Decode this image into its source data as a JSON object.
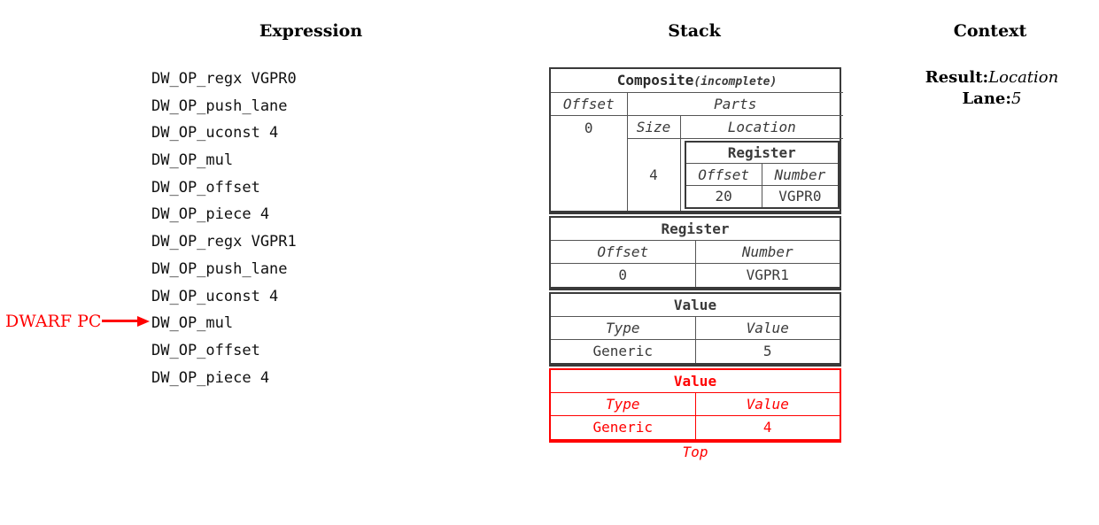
{
  "headings": {
    "expression": "Expression",
    "stack": "Stack",
    "context": "Context"
  },
  "expression": {
    "lines": [
      "DW_OP_regx VGPR0",
      "DW_OP_push_lane",
      "DW_OP_uconst 4",
      "DW_OP_mul",
      "DW_OP_offset",
      "DW_OP_piece 4",
      "DW_OP_regx VGPR1",
      "DW_OP_push_lane",
      "DW_OP_uconst 4",
      "DW_OP_mul",
      "DW_OP_offset",
      "DW_OP_piece 4"
    ],
    "pc_marker": {
      "label": "DWARF PC",
      "points_at_line_index": 9,
      "points_at_line": "DW_OP_mul",
      "color": "#ff0000"
    }
  },
  "stack": {
    "top_label": "Top",
    "highlight_color": "#ff0000",
    "border_color": "#3a3a3a",
    "entries": [
      {
        "kind": "composite",
        "title": "Composite",
        "title_suffix": "(incomplete)",
        "highlighted": false,
        "offset_header": "Offset",
        "offset_value": "0",
        "parts_header": "Parts",
        "size_header": "Size",
        "location_header": "Location",
        "parts": [
          {
            "size": "4",
            "location": {
              "title": "Register",
              "offset_header": "Offset",
              "number_header": "Number",
              "offset_value": "20",
              "number_value": "VGPR0"
            }
          }
        ]
      },
      {
        "kind": "register",
        "title": "Register",
        "highlighted": false,
        "col1_header": "Offset",
        "col2_header": "Number",
        "col1_value": "0",
        "col2_value": "VGPR1"
      },
      {
        "kind": "value",
        "title": "Value",
        "highlighted": false,
        "col1_header": "Type",
        "col2_header": "Value",
        "col1_value": "Generic",
        "col2_value": "5"
      },
      {
        "kind": "value",
        "title": "Value",
        "highlighted": true,
        "col1_header": "Type",
        "col2_header": "Value",
        "col1_value": "Generic",
        "col2_value": "4"
      }
    ]
  },
  "context": {
    "rows": [
      {
        "key": "Result:",
        "value": "Location"
      },
      {
        "key": "Lane:",
        "value": "5"
      }
    ]
  }
}
